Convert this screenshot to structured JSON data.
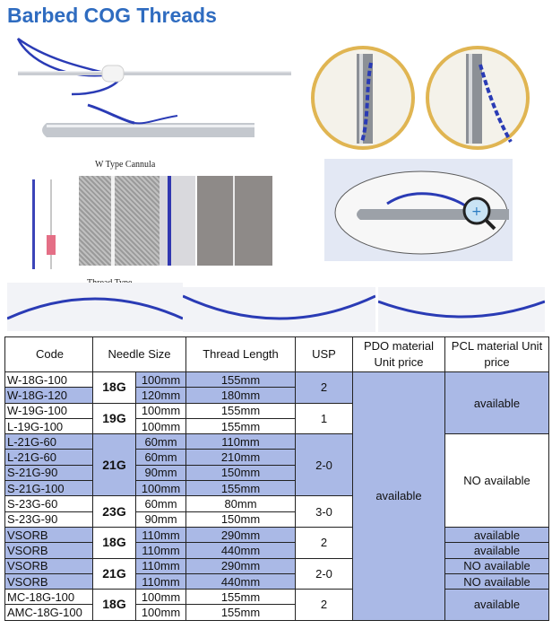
{
  "title": "Barbed COG Threads",
  "captions": {
    "cannula": "W Type Cannula",
    "thread": "Thread Type"
  },
  "table": {
    "headers": {
      "code": "Code",
      "needle": "Needle Size",
      "thread": "Thread Length",
      "usp": "USP",
      "pdo": "PDO material Unit price",
      "pcl": "PCL material Unit price"
    },
    "rows": [
      {
        "code": "W-18G-100",
        "len": "100mm",
        "thread": "155mm"
      },
      {
        "code": "W-18G-120",
        "len": "120mm",
        "thread": "180mm"
      },
      {
        "code": "W-19G-100",
        "len": "100mm",
        "thread": "155mm"
      },
      {
        "code": "L-19G-100",
        "len": "100mm",
        "thread": "155mm"
      },
      {
        "code": "L-21G-60",
        "len": "60mm",
        "thread": "110mm"
      },
      {
        "code": "L-21G-60",
        "len": "60mm",
        "thread": "210mm"
      },
      {
        "code": "S-21G-90",
        "len": "90mm",
        "thread": "150mm"
      },
      {
        "code": "S-21G-100",
        "len": "100mm",
        "thread": "155mm"
      },
      {
        "code": "S-23G-60",
        "len": "60mm",
        "thread": "80mm"
      },
      {
        "code": "S-23G-90",
        "len": "90mm",
        "thread": "150mm"
      },
      {
        "code": "VSORB",
        "len": "110mm",
        "thread": "290mm"
      },
      {
        "code": "VSORB",
        "len": "110mm",
        "thread": "440mm"
      },
      {
        "code": "VSORB",
        "len": "110mm",
        "thread": "290mm"
      },
      {
        "code": "VSORB",
        "len": "110mm",
        "thread": "440mm"
      },
      {
        "code": "MC-18G-100",
        "len": "100mm",
        "thread": "155mm"
      },
      {
        "code": "AMC-18G-100",
        "len": "100mm",
        "thread": "155mm"
      }
    ],
    "gauges": [
      "18G",
      "19G",
      "21G",
      "23G",
      "18G",
      "21G",
      "18G"
    ],
    "usp": [
      "2",
      "1",
      "2-0",
      "3-0",
      "2",
      "2-0",
      "2"
    ],
    "pdo": "available",
    "pcl": [
      "available",
      "NO available",
      "available",
      "available",
      "NO available",
      "NO available",
      "available"
    ]
  }
}
